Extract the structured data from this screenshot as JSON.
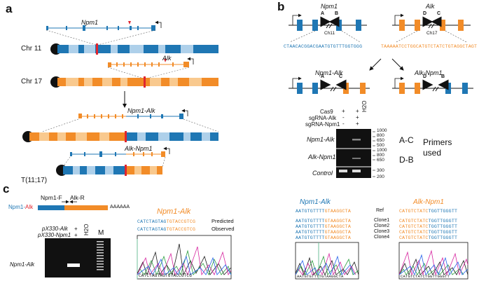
{
  "panels": {
    "a": "a",
    "b": "b",
    "c": "c"
  },
  "colors": {
    "blue": "#1f77b4",
    "light_blue": "#aed0ea",
    "orange": "#f28c28",
    "light_orange": "#f9c98e",
    "red": "#e0252e",
    "gel": "#111111"
  },
  "panel_a": {
    "gene_top": "Npm1",
    "chr11": "Chr 11",
    "gene_mid": "Alk",
    "chr17": "Chr 17",
    "fusion1": "Npm1-Alk",
    "fusion2": "Alk-Npm1",
    "translocation": "T(11;17)"
  },
  "panel_b": {
    "gene_left": "Npm1",
    "gene_right": "Alk",
    "primer_a": "A",
    "primer_b": "B",
    "primer_c": "C",
    "primer_d": "D",
    "chr_left": "Ch11",
    "chr_right": "Ch17",
    "seq_left": "CTAACACGGACGAATGTGTTTGGTGGG",
    "seq_right": "TAAAAATCCTGGCATGTCTATCTGTAGGCTAGT",
    "fusion_left": "Npm1-Alk",
    "fusion_right": "Alk-Npm1",
    "gel_rows": [
      "Cas9",
      "sgRNA-Alk",
      "sgRNA-Npm1"
    ],
    "gel_marks": [
      "+",
      "+",
      "-",
      "+",
      "-",
      "+"
    ],
    "h2o": "H2O",
    "lane_labels": [
      "Npm1-Alk",
      "Alk-Npm1",
      "Control"
    ],
    "sizes_1": [
      "1000",
      "800",
      "650",
      "500"
    ],
    "sizes_2": [
      "1000",
      "800",
      "650"
    ],
    "sizes_3": [
      "300",
      "200"
    ],
    "primer_pairs": [
      "A-C",
      "D-B"
    ],
    "primers_used": "Primers\nused"
  },
  "panel_c": {
    "primer_f": "Npm1-F",
    "primer_r": "Alk-R",
    "transcript_prefix": "Npm1-",
    "transcript_suffix": "Alk",
    "polya": "AAAAAA",
    "plasmids": [
      "pX330-Alk",
      "pX330-Npm1"
    ],
    "plasmid_marks": [
      "-",
      "+",
      "-",
      "+"
    ],
    "h2o": "H2O",
    "marker": "M",
    "gel_label": "Npm1-Alk",
    "chrom1_title": "Npm1-Alk",
    "seq_pred_blue": "CATCTAGTAG",
    "seq_pred_orange": "TGTACCGTCG",
    "predicted": "Predicted",
    "observed": "Observed",
    "chrom1_bases": "CATCTAGTAGTGTACCGTCG",
    "chrom2_title": "Npm1-Alk",
    "clone_seq_blue": "AATGTGTTTT",
    "clone_seq_orange": "GTAAGGCTA",
    "ref_label": "Ref",
    "clones": [
      "Clone1",
      "Clone2",
      "Clone3",
      "Clone4"
    ],
    "chrom3_title": "Alk-Npm1",
    "alk_seq_orange": "CATGTCTATC",
    "alk_seq_blue": "TGGTTGGGTT",
    "chrom2_bases": "AATGTGTTTTGTAAGGCTA",
    "chrom3_bases": "CATGTCTATCTGGTTGGGTT"
  }
}
